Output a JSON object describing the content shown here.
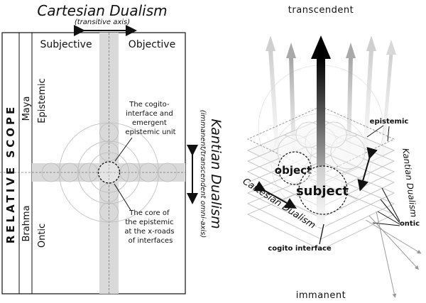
{
  "left_panel": {
    "title": "Cartesian Dualism",
    "title_sub": "(transitive axis)",
    "col_subjective": "Subjective",
    "col_objective": "Objective",
    "side_title": "RELATIVE SCOPE",
    "row_maya": "Maya",
    "row_brahma": "Brahma",
    "row_epistemic": "Epistemic",
    "row_ontic": "Ontic",
    "right_title": "Kantian Dualism",
    "right_sub": "(immanent/transcendent omni-axis)",
    "note_top": [
      "The cogito-",
      "interface and",
      "emergent",
      "epistemic unit"
    ],
    "note_bottom": [
      "The core of",
      "the epistemic",
      "at the x-roads",
      "of interfaces"
    ]
  },
  "right_panel": {
    "transcendent": "transcendent",
    "immanent": "immanent",
    "epistemic": "epistemic",
    "ontic": "ontic",
    "object": "object",
    "subject": "subject",
    "cartesian": "Cartesian Dualism",
    "kantian": "Kantian Dualism",
    "cogito": "cogito interface"
  }
}
